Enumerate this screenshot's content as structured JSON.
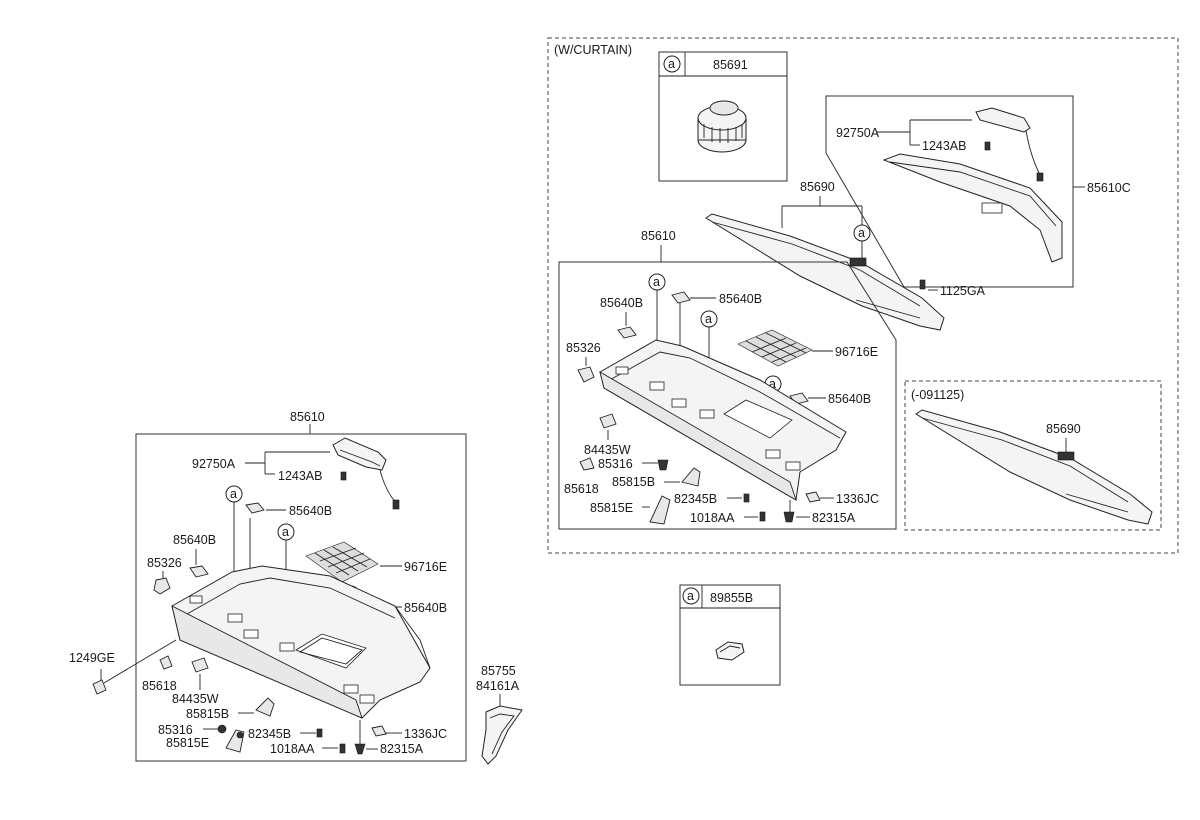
{
  "callouts": {
    "left_main": "85610",
    "left_92750A": "92750A",
    "left_1243AB": "1243AB",
    "left_85640B_top": "85640B",
    "left_85640B_left": "85640B",
    "left_85326": "85326",
    "left_96716E": "96716E",
    "left_85640B_right": "85640B",
    "left_1249GE": "1249GE",
    "left_85618": "85618",
    "left_84435W": "84435W",
    "left_85815B": "85815B",
    "left_85316": "85316",
    "left_85815E": "85815E",
    "left_82345B": "82345B",
    "left_1018AA": "1018AA",
    "left_1336JC": "1336JC",
    "left_82315A": "82315A",
    "trim_85755": "85755",
    "trim_84161A": "84161A",
    "curtain_title": "(W/CURTAIN)",
    "curtain_85691": "85691",
    "curtain_92750A": "92750A",
    "curtain_1243AB": "1243AB",
    "curtain_85610C": "85610C",
    "curtain_85690": "85690",
    "curtain_1125GA": "1125GA",
    "curtain_85610": "85610",
    "curtain_85640B_a": "85640B",
    "curtain_85640B_b": "85640B",
    "curtain_85326": "85326",
    "curtain_96716E": "96716E",
    "curtain_85640B_c": "85640B",
    "curtain_84435W": "84435W",
    "curtain_85316": "85316",
    "curtain_85618": "85618",
    "curtain_85815B": "85815B",
    "curtain_82345B": "82345B",
    "curtain_1336JC": "1336JC",
    "curtain_85815E": "85815E",
    "curtain_1018AA": "1018AA",
    "curtain_82315A": "82315A",
    "variant_title": "(-091125)",
    "variant_85690": "85690",
    "box_89855B": "89855B",
    "ref_a": "a"
  }
}
